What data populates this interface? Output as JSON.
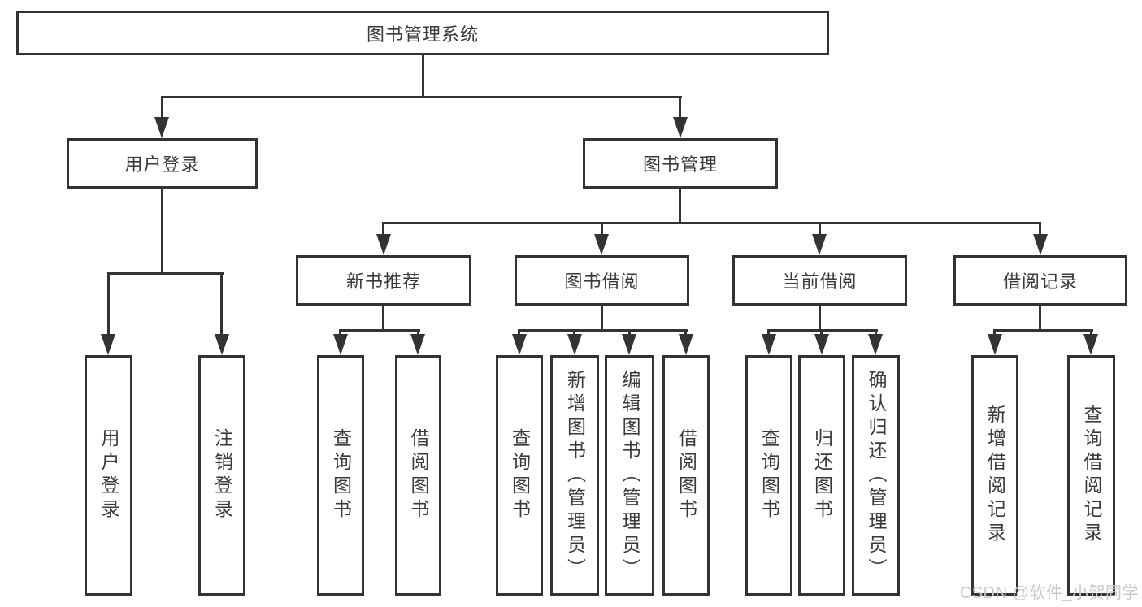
{
  "diagram": {
    "root": "图书管理系统",
    "level2": {
      "user_login": "用户登录",
      "book_management": "图书管理"
    },
    "level3": {
      "new_book_recommend": "新书推荐",
      "book_borrow": "图书借阅",
      "current_borrow": "当前借阅",
      "borrow_record": "借阅记录"
    },
    "leaves": {
      "user_login": [
        "用户登录",
        "注销登录"
      ],
      "new_book_recommend": [
        "查询图书",
        "借阅图书"
      ],
      "book_borrow": [
        "查询图书",
        "新增图书（管理员）",
        "编辑图书（管理员）",
        "借阅图书"
      ],
      "current_borrow": [
        "查询图书",
        "归还图书",
        "确认归还（管理员）"
      ],
      "borrow_record": [
        "新增借阅记录",
        "查询借阅记录"
      ]
    },
    "colors": {
      "line": "#333333",
      "text": "#3a3a3a",
      "background": "#ffffff",
      "watermark": "#c8c8c8"
    },
    "watermark": "CSDN @软件_小贺同学"
  }
}
